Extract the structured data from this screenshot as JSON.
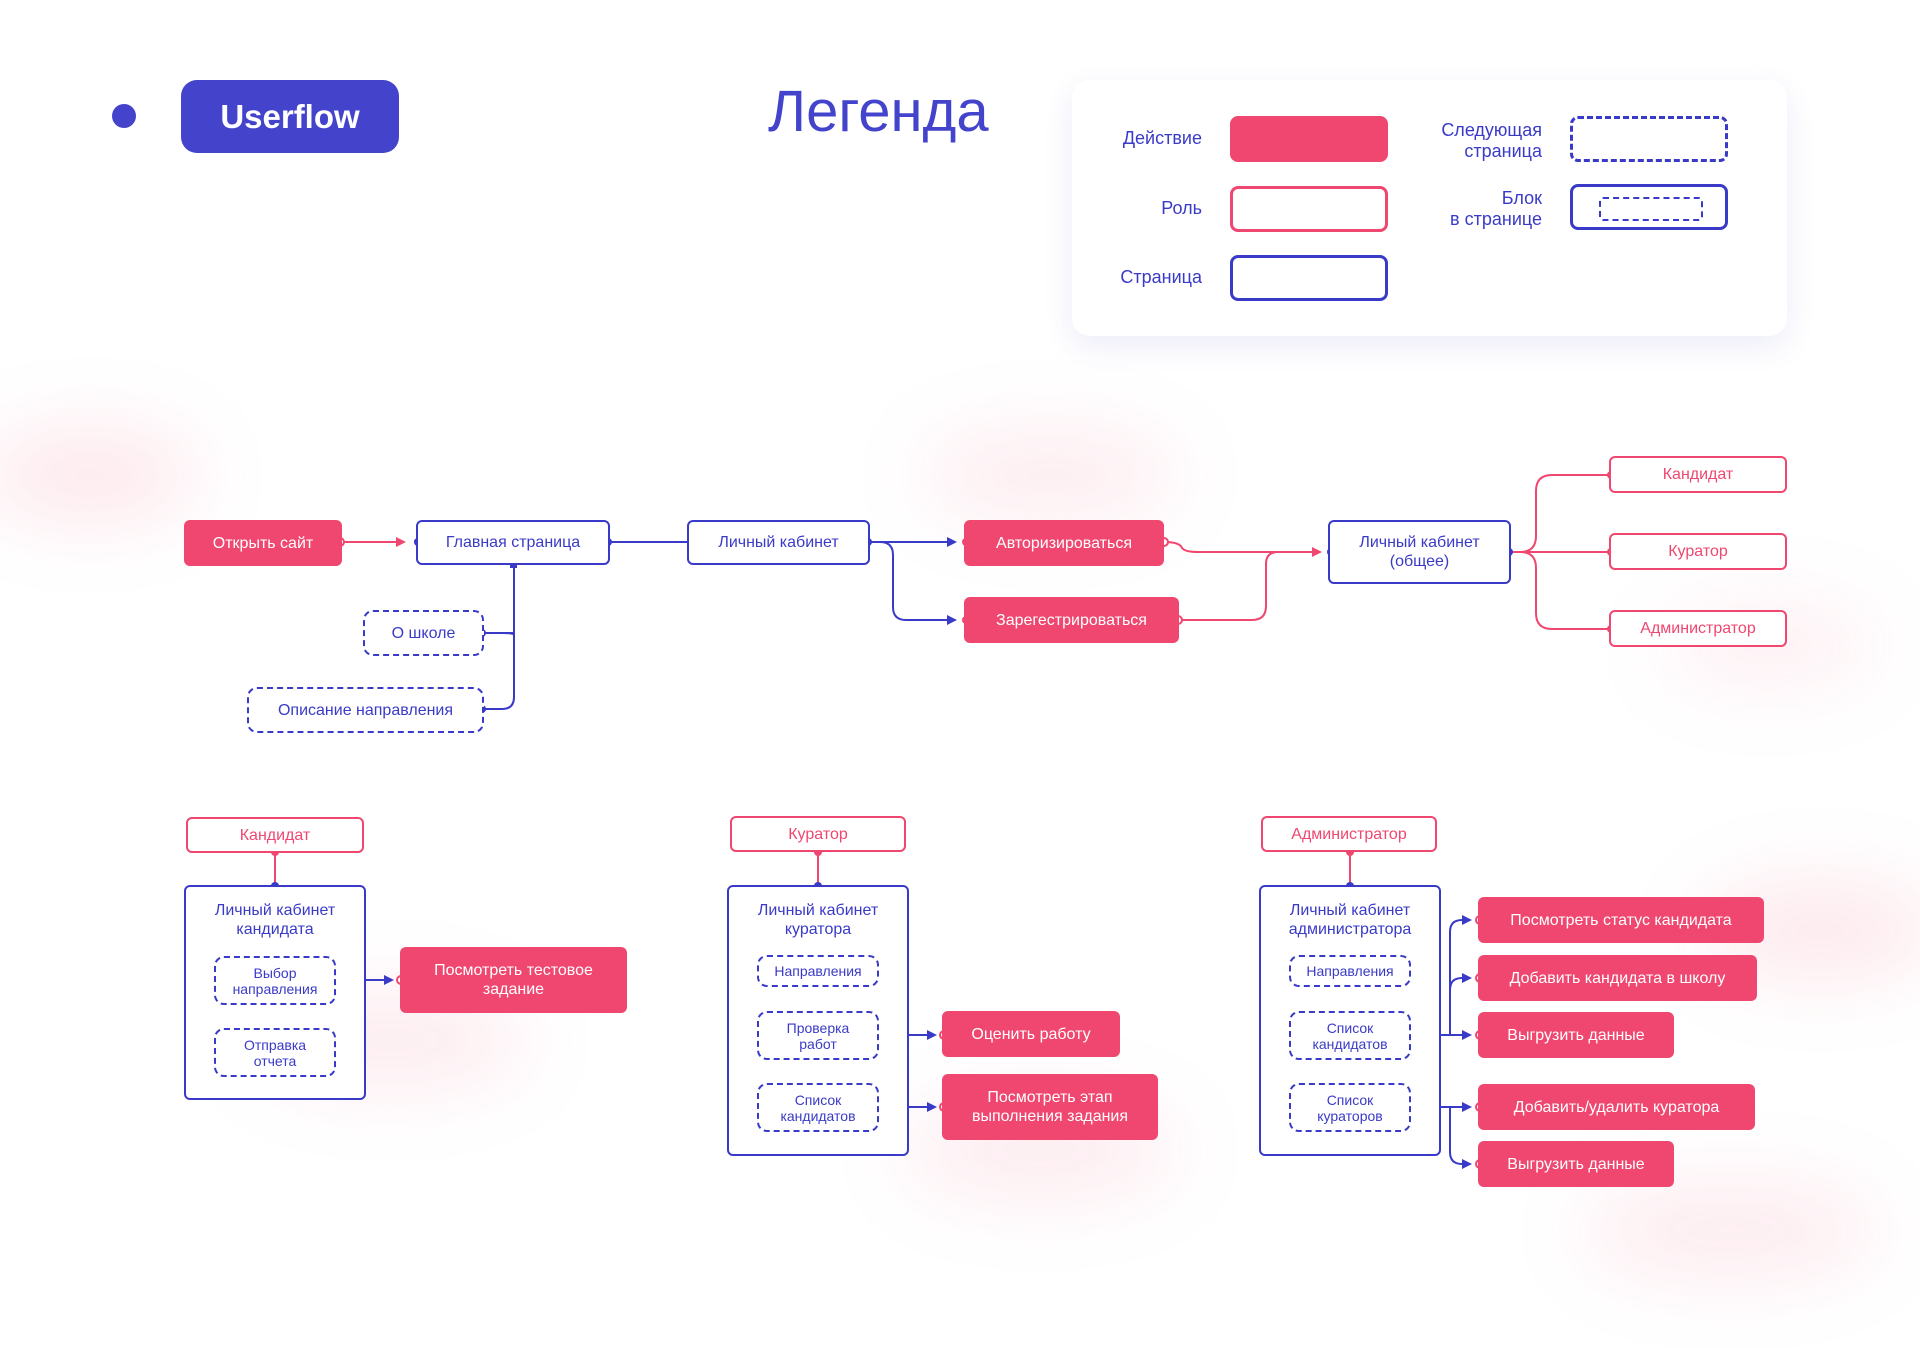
{
  "header": {
    "badge": "Userflow",
    "legend_title": "Легенда"
  },
  "legend": {
    "action": "Действие",
    "role": "Роль",
    "page": "Страница",
    "next_page": "Следующая\nстраница",
    "block": "Блок\nв странице"
  },
  "flow": {
    "open_site": "Открыть сайт",
    "main_page": "Главная страница",
    "about_school": "О школе",
    "direction_desc": "Описание направления",
    "personal_cabinet": "Личный кабинет",
    "authorize": "Авторизироваться",
    "register": "Зарегестрироваться",
    "cabinet_general": "Личный кабинет\n(общее)",
    "role_candidate": "Кандидат",
    "role_curator": "Куратор",
    "role_admin": "Администратор"
  },
  "candidate": {
    "role": "Кандидат",
    "cabinet": "Личный кабинет\nкандидата",
    "choose_direction": "Выбор\nнаправления",
    "send_report": "Отправка\nотчета",
    "view_test": "Посмотреть тестовое\nзадание"
  },
  "curator": {
    "role": "Куратор",
    "cabinet": "Личный кабинет\nкуратора",
    "directions": "Направления",
    "check_works": "Проверка\nработ",
    "candidates_list": "Список\nкандидатов",
    "rate_work": "Оценить работу",
    "view_stage": "Посмотреть этап\nвыполнения задания"
  },
  "admin": {
    "role": "Администратор",
    "cabinet": "Личный кабинет\nадминистратора",
    "directions": "Направления",
    "candidates_list": "Список\nкандидатов",
    "curators_list": "Список\nкураторов",
    "view_status": "Посмотреть статус кандидата",
    "add_candidate": "Добавить кандидата в школу",
    "export_1": "Выгрузить данные",
    "add_remove_curator": "Добавить/удалить куратора",
    "export_2": "Выгрузить данные"
  },
  "colors": {
    "primary": "#3a3ac8",
    "accent": "#ef476f",
    "badge": "#4343cc"
  }
}
